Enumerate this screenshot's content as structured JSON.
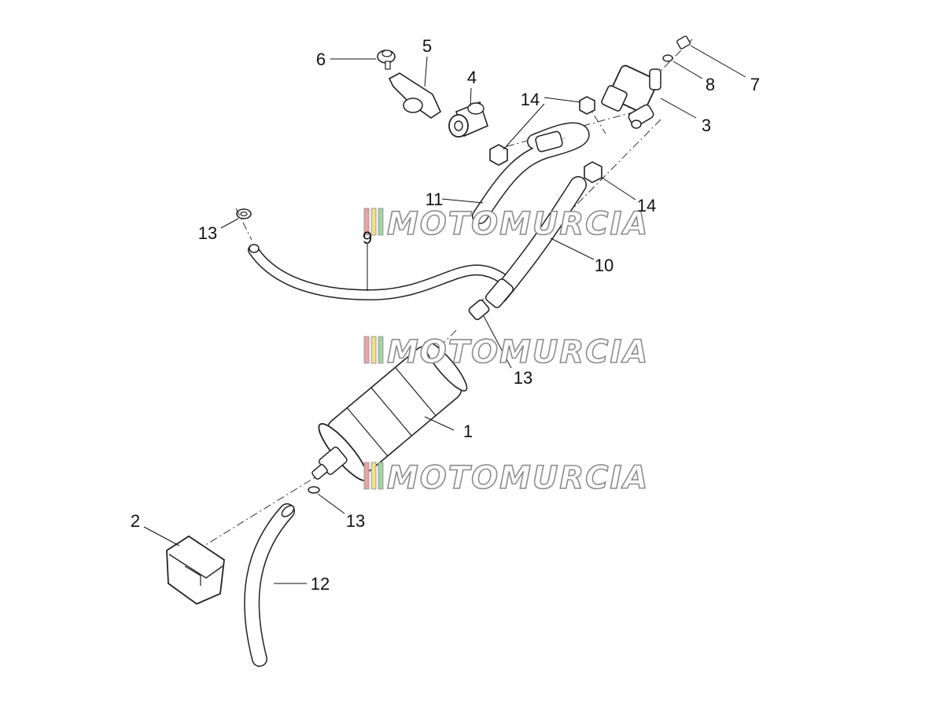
{
  "diagram": {
    "watermark": {
      "text": "MOTOMURCIA",
      "fill_color": "#ffffff",
      "stroke_color": "#8c8c8c",
      "stripe_colors": [
        "#e9a3a3",
        "#f2de8a",
        "#a7d3a4"
      ]
    },
    "callouts": [
      {
        "id": "label-1",
        "text": "1"
      },
      {
        "id": "label-2",
        "text": "2"
      },
      {
        "id": "label-3",
        "text": "3"
      },
      {
        "id": "label-4",
        "text": "4"
      },
      {
        "id": "label-5",
        "text": "5"
      },
      {
        "id": "label-6",
        "text": "6"
      },
      {
        "id": "label-7",
        "text": "7"
      },
      {
        "id": "label-8",
        "text": "8"
      },
      {
        "id": "label-9",
        "text": "9"
      },
      {
        "id": "label-10",
        "text": "10"
      },
      {
        "id": "label-11",
        "text": "11"
      },
      {
        "id": "label-12",
        "text": "12"
      },
      {
        "id": "label-13a",
        "text": "13"
      },
      {
        "id": "label-13b",
        "text": "13"
      },
      {
        "id": "label-13c",
        "text": "13"
      },
      {
        "id": "label-14a",
        "text": "14"
      },
      {
        "id": "label-14b",
        "text": "14"
      }
    ]
  }
}
